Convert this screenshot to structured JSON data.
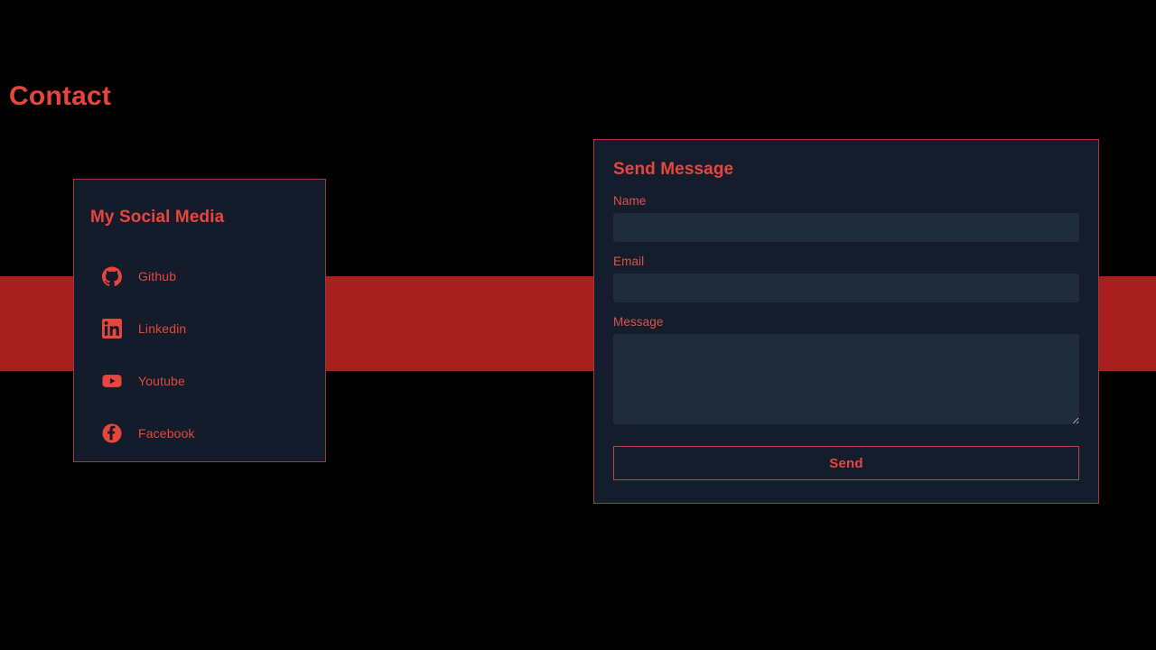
{
  "theme": {
    "page_background": "#000000",
    "accent_red": "#e8453c",
    "band_red": "#a81f1f",
    "panel_background": "#151d2d",
    "input_background": "#1f2c3b",
    "border_red": "#a33a34"
  },
  "page": {
    "title": "Contact"
  },
  "social": {
    "heading": "My Social Media",
    "items": [
      {
        "label": "Github",
        "icon": "github-icon"
      },
      {
        "label": "Linkedin",
        "icon": "linkedin-icon"
      },
      {
        "label": "Youtube",
        "icon": "youtube-icon"
      },
      {
        "label": "Facebook",
        "icon": "facebook-icon"
      }
    ]
  },
  "form": {
    "heading": "Send Message",
    "fields": {
      "name": {
        "label": "Name",
        "value": "",
        "placeholder": ""
      },
      "email": {
        "label": "Email",
        "value": "",
        "placeholder": ""
      },
      "message": {
        "label": "Message",
        "value": "",
        "placeholder": ""
      }
    },
    "submit_label": "Send"
  }
}
